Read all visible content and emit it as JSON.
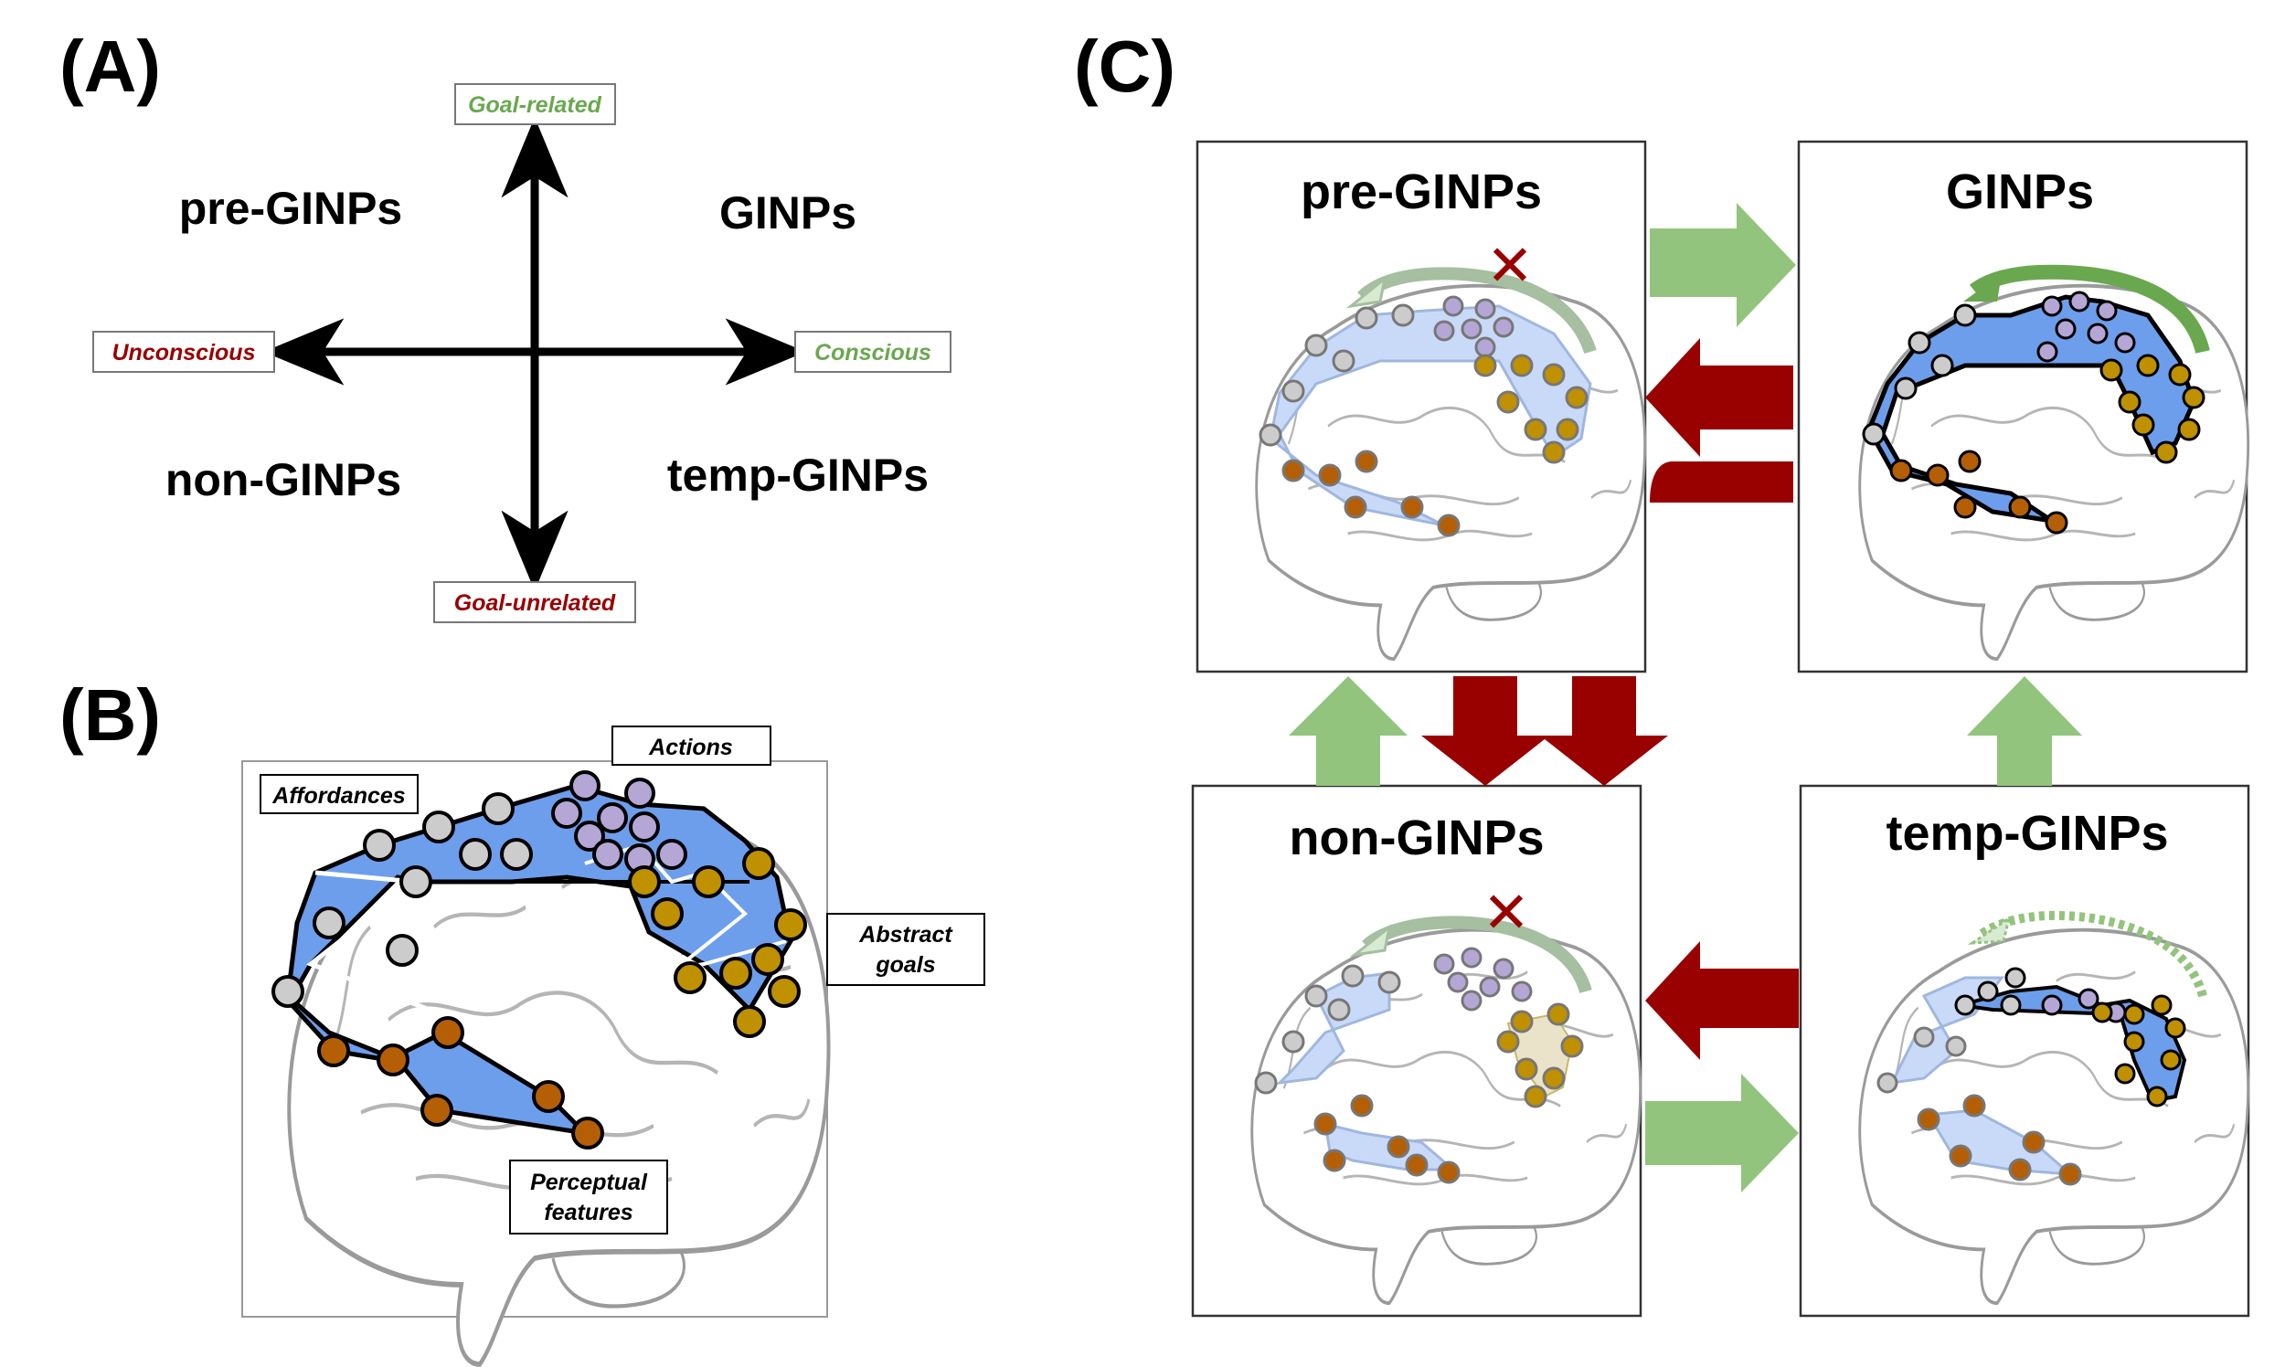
{
  "panels": {
    "A": {
      "label": "(A)",
      "quadrants": {
        "top_left": "pre-GINPs",
        "top_right": "GINPs",
        "bottom_left": "non-GINPs",
        "bottom_right": "temp-GINPs"
      },
      "axis_labels": {
        "top": "Goal-related",
        "bottom": "Goal-unrelated",
        "left": "Unconscious",
        "right": "Conscious"
      }
    },
    "B": {
      "label": "(B)",
      "region_labels": {
        "affordances": "Affordances",
        "actions": "Actions",
        "abstract_goals_line1": "Abstract",
        "abstract_goals_line2": "goals",
        "perceptual_line1": "Perceptual",
        "perceptual_line2": "features"
      }
    },
    "C": {
      "label": "(C)",
      "states": {
        "pre": "pre-GINPs",
        "ginps": "GINPs",
        "non": "non-GINPs",
        "temp": "temp-GINPs"
      },
      "blocked_mark": "✕"
    }
  },
  "colors": {
    "green_label": "#6aa84f",
    "red_label": "#990000",
    "green_arrow": "#93c47d",
    "red_arrow": "#990000",
    "network_blue": "#6d9eeb",
    "network_blue_faded": "#c9daf8",
    "node_gray": "#cccccc",
    "node_purple": "#b4a7d6",
    "node_gold": "#bf9000",
    "node_orange": "#b45f06",
    "brain_outline": "#9a9a9a"
  }
}
